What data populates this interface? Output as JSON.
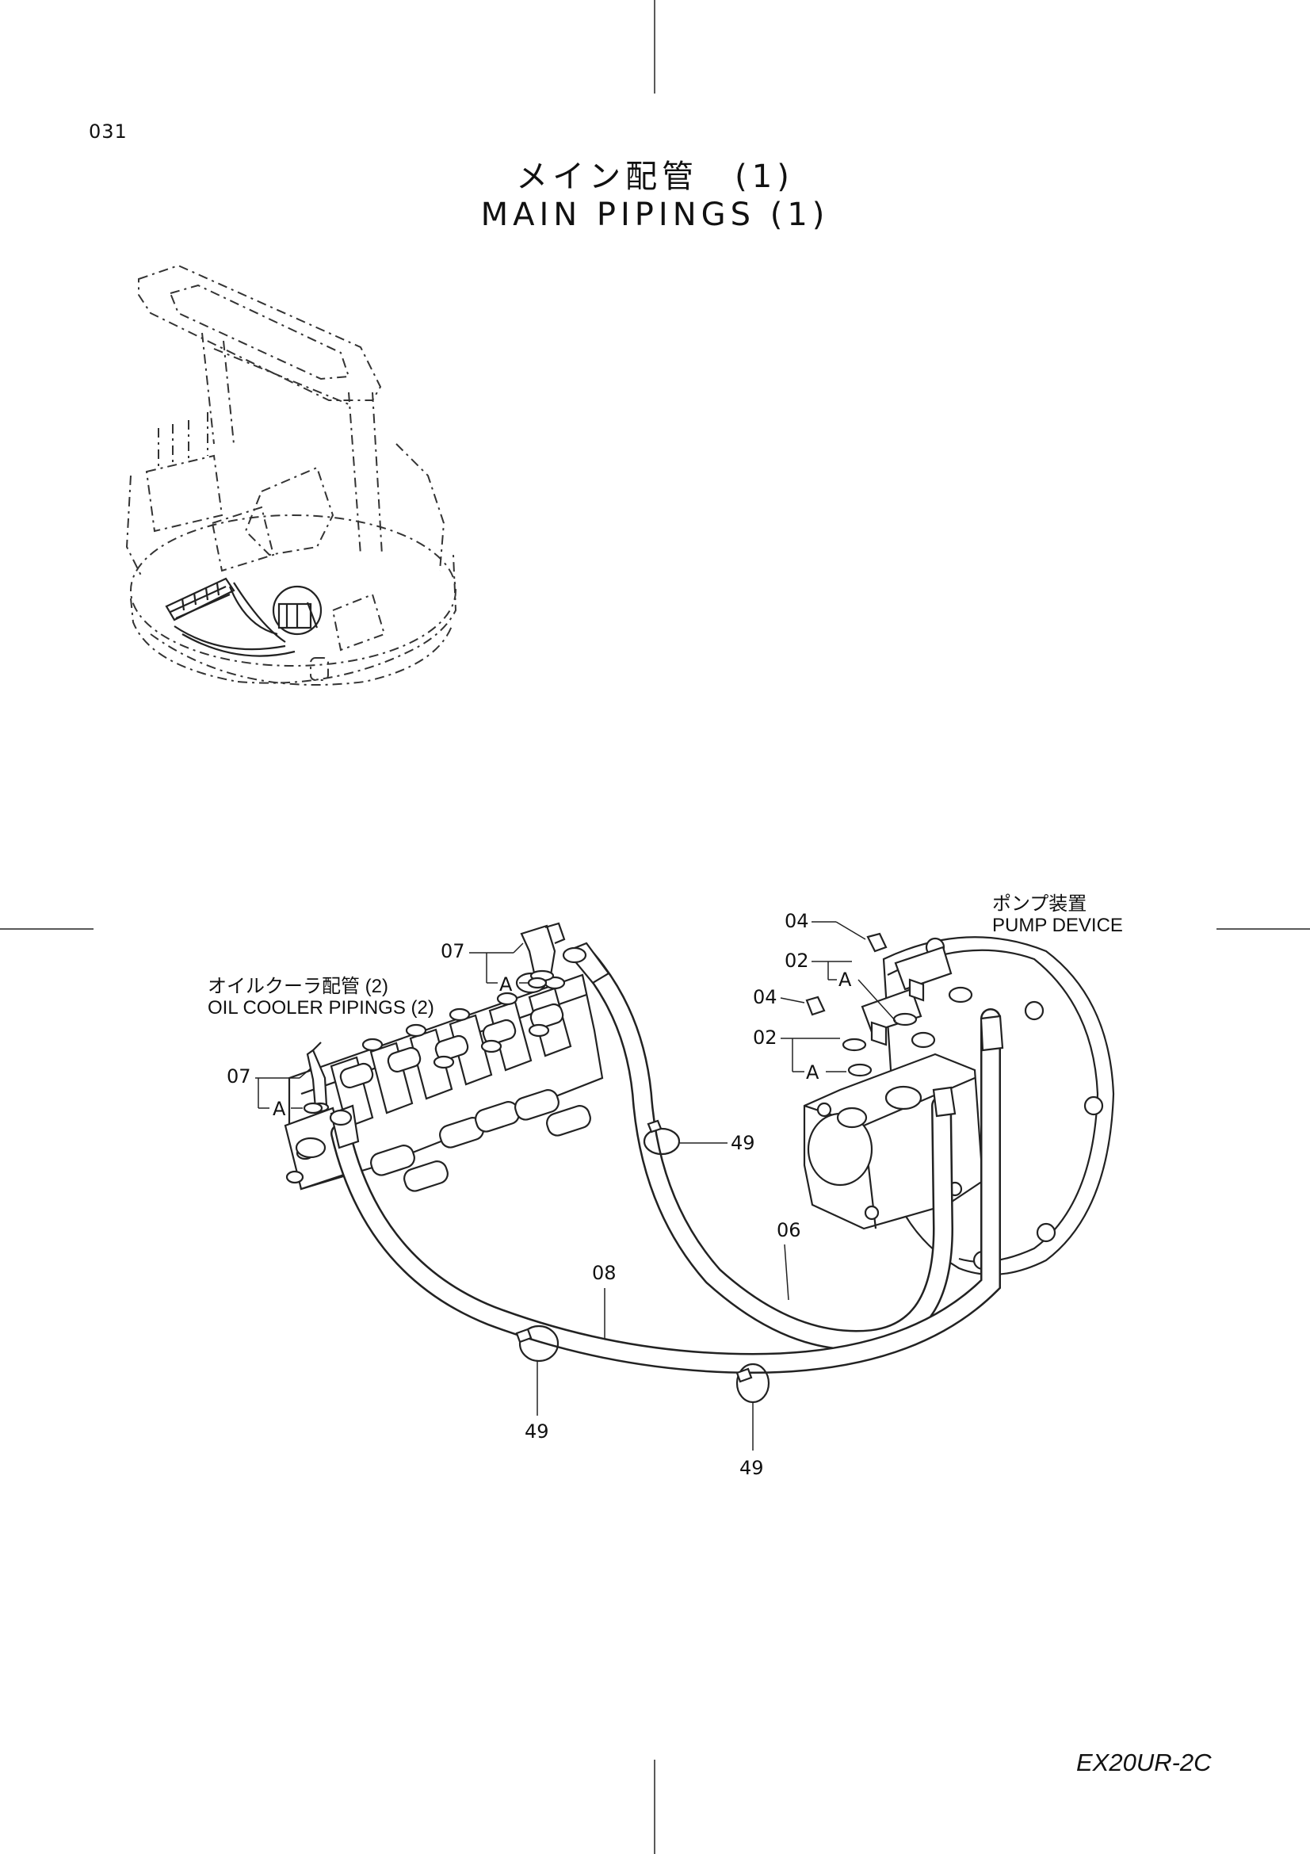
{
  "page": {
    "number": "031",
    "model": "EX20UR-2C"
  },
  "title": {
    "jp": "メイン配管　(1)",
    "en": "MAIN PIPINGS (1)"
  },
  "captions": {
    "oil_cooler_jp": "オイルクーラ配管 (2)",
    "oil_cooler_en": "OIL COOLER PIPINGS (2)",
    "pump_jp": "ポンプ装置",
    "pump_en": "PUMP DEVICE"
  },
  "callouts": {
    "c07_top": "07",
    "a_top": "A",
    "c07_left": "07",
    "a_left": "A",
    "c04_top": "04",
    "c02_top": "02",
    "a_pump_top": "A",
    "c04_mid": "04",
    "c02_mid": "02",
    "a_pump_mid": "A",
    "c49_right": "49",
    "c06": "06",
    "c08": "08",
    "c49_bottom_left": "49",
    "c49_bottom_right": "49"
  }
}
